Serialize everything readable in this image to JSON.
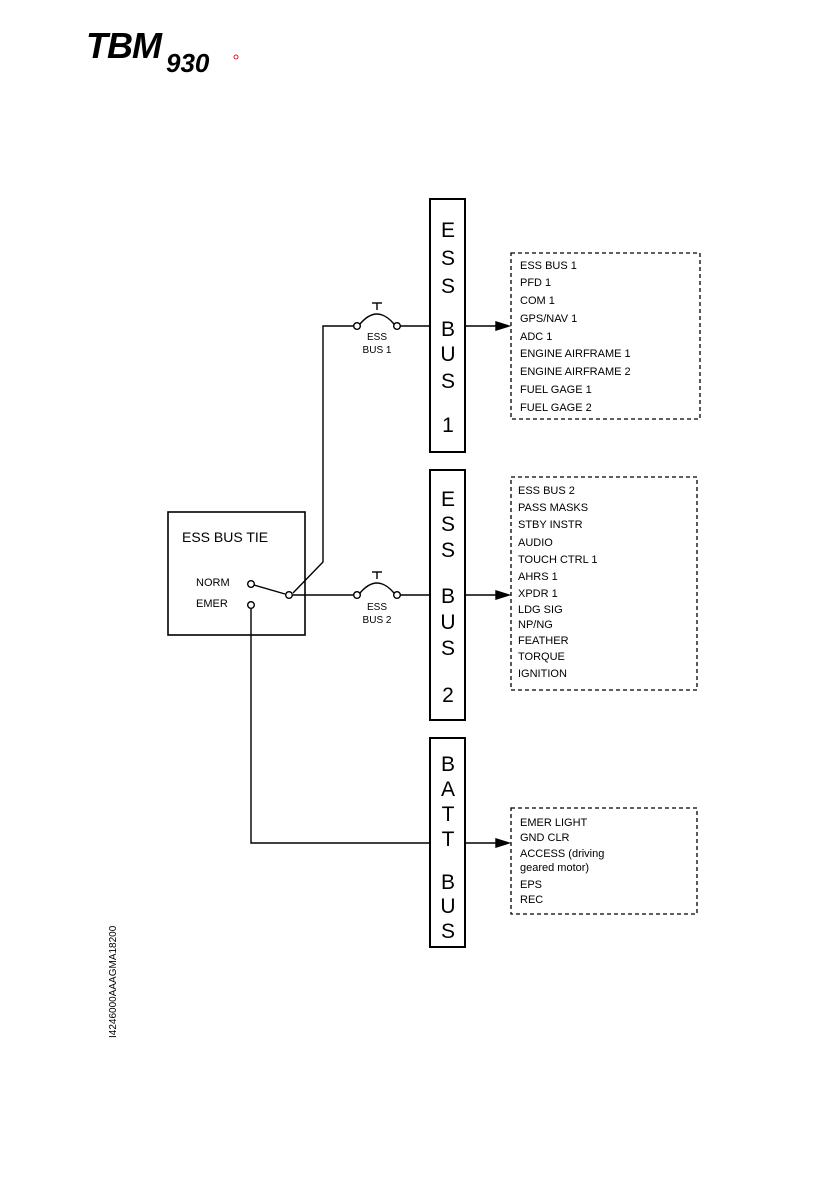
{
  "logo": {
    "brand": "TBM",
    "model": "930",
    "model_color": "#e3202b"
  },
  "diagram": {
    "buses": [
      {
        "id": "ess-bus-1",
        "letters": [
          "E",
          "S",
          "S",
          "B",
          "U",
          "S",
          "1"
        ],
        "items": [
          "ESS BUS 1",
          "PFD 1",
          "COM 1",
          "GPS/NAV 1",
          "ADC 1",
          "ENGINE AIRFRAME 1",
          "ENGINE AIRFRAME 2",
          "FUEL GAGE 1",
          "FUEL GAGE 2"
        ]
      },
      {
        "id": "ess-bus-2",
        "letters": [
          "E",
          "S",
          "S",
          "B",
          "U",
          "S",
          "2"
        ],
        "items": [
          "ESS BUS 2",
          "PASS MASKS",
          "STBY INSTR",
          "AUDIO",
          "TOUCH CTRL 1",
          "AHRS 1",
          "XPDR 1",
          "LDG SIG",
          "NP/NG",
          "FEATHER",
          "TORQUE",
          "IGNITION"
        ]
      },
      {
        "id": "batt-bus",
        "letters": [
          "B",
          "A",
          "T",
          "T",
          "B",
          "U",
          "S"
        ],
        "items": [
          "EMER LIGHT",
          "GND CLR",
          "ACCESS (driving",
          "geared motor)",
          "EPS",
          "REC"
        ]
      }
    ],
    "breakers": [
      {
        "line1": "ESS",
        "line2": "BUS 1"
      },
      {
        "line1": "ESS",
        "line2": "BUS 2"
      }
    ],
    "tie_switch": {
      "title": "ESS BUS TIE",
      "norm": "NORM",
      "emer": "EMER"
    },
    "figure_code": "I4246000AAAGMA18200"
  }
}
